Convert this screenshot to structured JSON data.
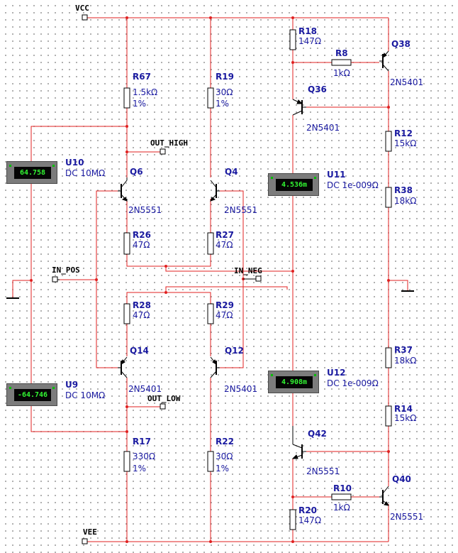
{
  "nets": {
    "vcc": "VCC",
    "vee": "VEE",
    "out_high": "OUT_HIGH",
    "out_low": "OUT_LOW",
    "in_pos": "IN_POS",
    "in_neg": "IN_NEG"
  },
  "resistors": {
    "R67": {
      "ref": "R67",
      "value": "1.5kΩ",
      "tol": "1%"
    },
    "R19": {
      "ref": "R19",
      "value": "30Ω",
      "tol": "1%"
    },
    "R26": {
      "ref": "R26",
      "value": "47Ω"
    },
    "R27": {
      "ref": "R27",
      "value": "47Ω"
    },
    "R28": {
      "ref": "R28",
      "value": "47Ω"
    },
    "R29": {
      "ref": "R29",
      "value": "47Ω"
    },
    "R17": {
      "ref": "R17",
      "value": "330Ω",
      "tol": "1%"
    },
    "R22": {
      "ref": "R22",
      "value": "30Ω",
      "tol": "1%"
    },
    "R18": {
      "ref": "R18",
      "value": "147Ω"
    },
    "R8": {
      "ref": "R8",
      "value": "1kΩ"
    },
    "R12": {
      "ref": "R12",
      "value": "15kΩ"
    },
    "R38": {
      "ref": "R38",
      "value": "18kΩ"
    },
    "R37": {
      "ref": "R37",
      "value": "18kΩ"
    },
    "R14": {
      "ref": "R14",
      "value": "15kΩ"
    },
    "R10": {
      "ref": "R10",
      "value": "1kΩ"
    },
    "R20": {
      "ref": "R20",
      "value": "147Ω"
    }
  },
  "transistors": {
    "Q6": {
      "ref": "Q6",
      "part": "2N5551"
    },
    "Q4": {
      "ref": "Q4",
      "part": "2N5551"
    },
    "Q14": {
      "ref": "Q14",
      "part": "2N5401"
    },
    "Q12": {
      "ref": "Q12",
      "part": "2N5401"
    },
    "Q38": {
      "ref": "Q38",
      "part": "2N5401"
    },
    "Q36": {
      "ref": "Q36",
      "part": "2N5401"
    },
    "Q42": {
      "ref": "Q42",
      "part": "2N5551"
    },
    "Q40": {
      "ref": "Q40",
      "part": "2N5551"
    }
  },
  "meters": {
    "U10": {
      "ref": "U10",
      "mode": "DC  10MΩ",
      "reading": "64.758"
    },
    "U9": {
      "ref": "U9",
      "mode": "DC  10MΩ",
      "reading": "-64.746"
    },
    "U11": {
      "ref": "U11",
      "mode": "DC  1e-009Ω",
      "reading": "4.536m"
    },
    "U12": {
      "ref": "U12",
      "mode": "DC  1e-009Ω",
      "reading": "4.908m"
    }
  },
  "colors": {
    "wire": "#e02020",
    "wire_black": "#000000",
    "component": "#000000",
    "label": "#1a1aa0",
    "meter_display": "#32f532"
  }
}
